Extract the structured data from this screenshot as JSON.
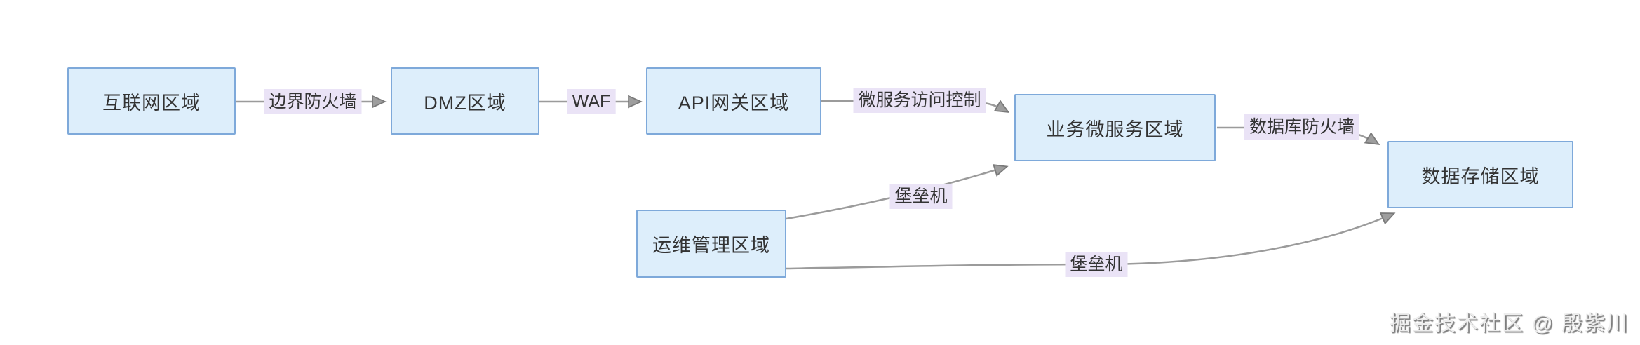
{
  "diagram": {
    "type": "flowchart",
    "direction": "LR",
    "nodes": [
      {
        "id": "internet",
        "label": "互联网区域"
      },
      {
        "id": "dmz",
        "label": "DMZ区域"
      },
      {
        "id": "api_gateway",
        "label": "API网关区域"
      },
      {
        "id": "business_microservices",
        "label": "业务微服务区域"
      },
      {
        "id": "data_storage",
        "label": "数据存储区域"
      },
      {
        "id": "ops_management",
        "label": "运维管理区域"
      }
    ],
    "edges": [
      {
        "from": "internet",
        "to": "dmz",
        "label": "边界防火墙"
      },
      {
        "from": "dmz",
        "to": "api_gateway",
        "label": "WAF"
      },
      {
        "from": "api_gateway",
        "to": "business_microservices",
        "label": "微服务访问控制"
      },
      {
        "from": "business_microservices",
        "to": "data_storage",
        "label": "数据库防火墙"
      },
      {
        "from": "ops_management",
        "to": "business_microservices",
        "label": "堡垒机"
      },
      {
        "from": "ops_management",
        "to": "data_storage",
        "label": "堡垒机"
      }
    ]
  },
  "watermark": {
    "text": "掘金技术社区 @ 殷紫川"
  },
  "colors": {
    "background": "#ffffff",
    "node_fill": "#ddeefb",
    "node_border": "#7ea9da",
    "node_text": "#333333",
    "edge_line": "#9b9b9b",
    "arrowhead": "#9e9e9e",
    "edge_label_bg": "#eae3f6",
    "edge_label_text": "#333333",
    "watermark_text": "#ededed"
  }
}
